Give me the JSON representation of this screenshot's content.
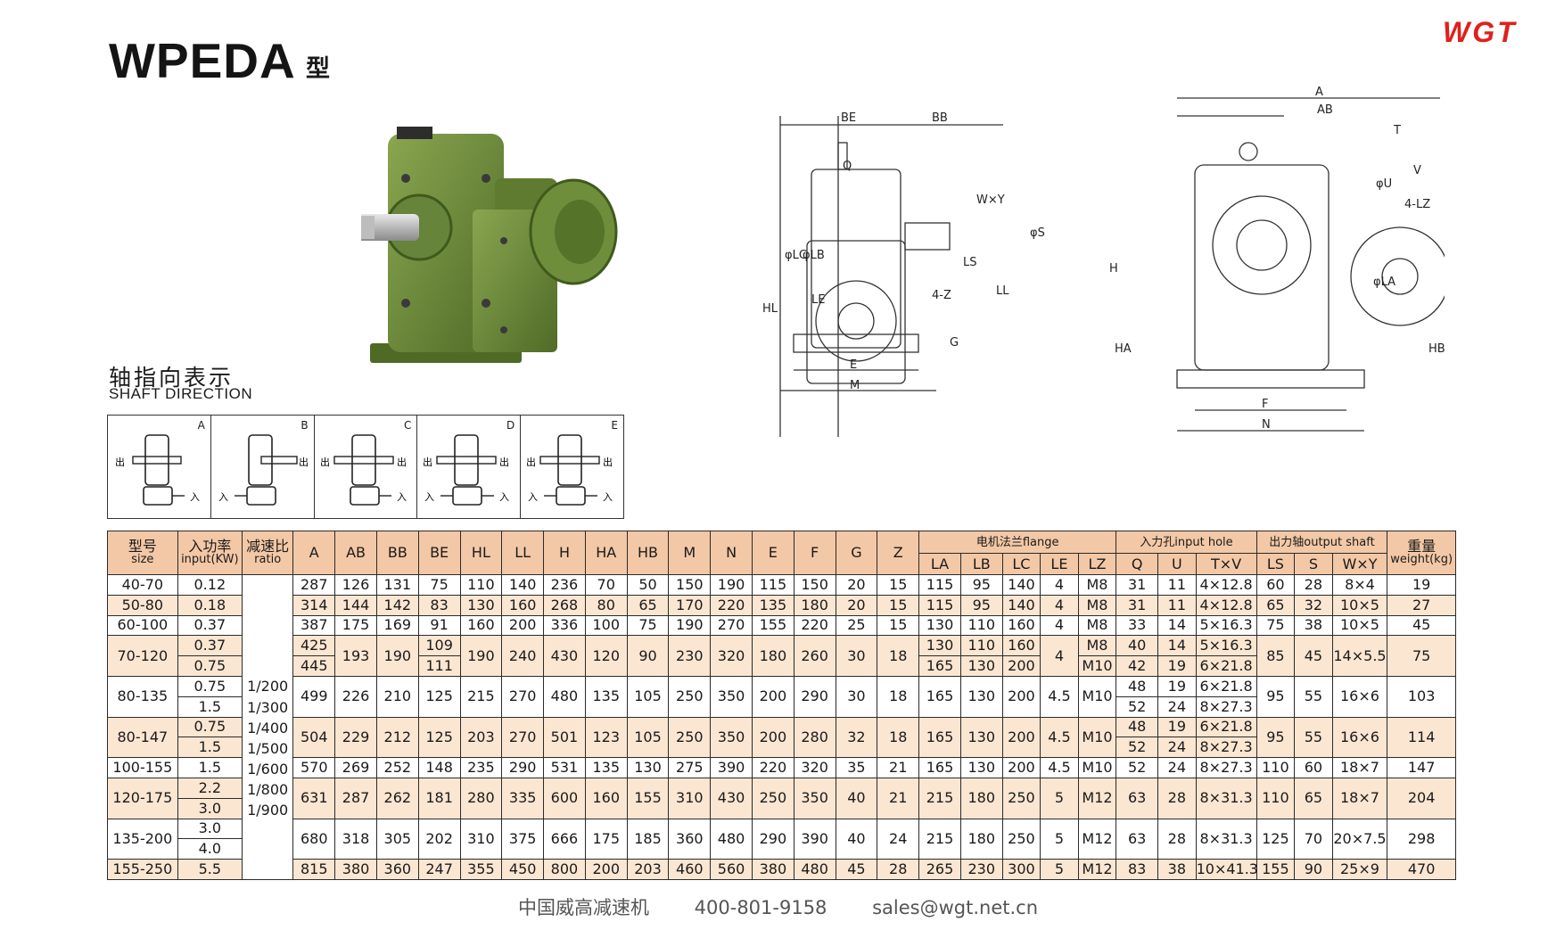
{
  "header": {
    "title": "WPEDA",
    "title_suffix": "型",
    "logo": "WGT"
  },
  "shaft_direction": {
    "title_cn": "轴指向表示",
    "title_en": "SHAFT DIRECTION",
    "labels": [
      "A",
      "B",
      "C",
      "D",
      "E"
    ],
    "out_label": "出",
    "in_label": "入"
  },
  "drawing_labels": {
    "front": [
      "BE",
      "BB",
      "Q",
      "W×Y",
      "φS",
      "LS",
      "φLC",
      "φLB",
      "LE",
      "HL",
      "LL",
      "4-Z",
      "G",
      "E",
      "M"
    ],
    "side": [
      "A",
      "AB",
      "T",
      "V",
      "φU",
      "4-LZ",
      "H",
      "φLA",
      "HA",
      "HB",
      "F",
      "N"
    ]
  },
  "table": {
    "headers": {
      "size_cn": "型号",
      "size_en": "size",
      "input_cn": "入功率",
      "input_en": "input(KW)",
      "ratio_cn": "减速比",
      "ratio_en": "ratio",
      "dims": [
        "A",
        "AB",
        "BB",
        "BE",
        "HL",
        "LL",
        "H",
        "HA",
        "HB",
        "M",
        "N",
        "E",
        "F",
        "G",
        "Z"
      ],
      "flange_group": "电机法兰flange",
      "flange_cols": [
        "LA",
        "LB",
        "LC",
        "LE",
        "LZ"
      ],
      "input_hole_group": "入力孔input hole",
      "input_hole_cols": [
        "Q",
        "U",
        "T×V"
      ],
      "output_group": "出力轴output shaft",
      "output_cols": [
        "LS",
        "S",
        "W×Y"
      ],
      "weight_cn": "重量",
      "weight_en": "weight(kg)"
    },
    "ratio_values": [
      "1/200",
      "1/300",
      "1/400",
      "1/500",
      "1/600",
      "1/800",
      "1/900"
    ],
    "rows": [
      {
        "size": "40-70",
        "input": "0.12",
        "A": "287",
        "AB": "126",
        "BB": "131",
        "BE": "75",
        "HL": "110",
        "LL": "140",
        "H": "236",
        "HA": "70",
        "HB": "50",
        "M": "150",
        "N": "190",
        "E": "115",
        "F": "150",
        "G": "20",
        "Z": "15",
        "LA": "115",
        "LB": "95",
        "LC": "140",
        "LE": "4",
        "LZ": "M8",
        "Q": "31",
        "U": "11",
        "TV": "4×12.8",
        "LS": "60",
        "S": "28",
        "WY": "8×4",
        "weight": "19"
      },
      {
        "size": "50-80",
        "input": "0.18",
        "A": "314",
        "AB": "144",
        "BB": "142",
        "BE": "83",
        "HL": "130",
        "LL": "160",
        "H": "268",
        "HA": "80",
        "HB": "65",
        "M": "170",
        "N": "220",
        "E": "135",
        "F": "180",
        "G": "20",
        "Z": "15",
        "LA": "115",
        "LB": "95",
        "LC": "140",
        "LE": "4",
        "LZ": "M8",
        "Q": "31",
        "U": "11",
        "TV": "4×12.8",
        "LS": "65",
        "S": "32",
        "WY": "10×5",
        "weight": "27"
      },
      {
        "size": "60-100",
        "input": "0.37",
        "A": "387",
        "AB": "175",
        "BB": "169",
        "BE": "91",
        "HL": "160",
        "LL": "200",
        "H": "336",
        "HA": "100",
        "HB": "75",
        "M": "190",
        "N": "270",
        "E": "155",
        "F": "220",
        "G": "25",
        "Z": "15",
        "LA": "130",
        "LB": "110",
        "LC": "160",
        "LE": "4",
        "LZ": "M8",
        "Q": "33",
        "U": "14",
        "TV": "5×16.3",
        "LS": "75",
        "S": "38",
        "WY": "10×5",
        "weight": "45"
      },
      {
        "size": "70-120",
        "input": [
          "0.37",
          "0.75"
        ],
        "A": [
          "425",
          "445"
        ],
        "AB": "193",
        "BB": "190",
        "BE": [
          "109",
          "111"
        ],
        "HL": "190",
        "LL": "240",
        "H": "430",
        "HA": "120",
        "HB": "90",
        "M": "230",
        "N": "320",
        "E": "180",
        "F": "260",
        "G": "30",
        "Z": "18",
        "LA": [
          "130",
          "165"
        ],
        "LB": [
          "110",
          "130"
        ],
        "LC": [
          "160",
          "200"
        ],
        "LE": "4",
        "LZ": [
          "M8",
          "M10"
        ],
        "Q": [
          "40",
          "42"
        ],
        "U": [
          "14",
          "19"
        ],
        "TV": [
          "5×16.3",
          "6×21.8"
        ],
        "LS": "85",
        "S": "45",
        "WY": "14×5.5",
        "weight": "75"
      },
      {
        "size": "80-135",
        "input": [
          "0.75",
          "1.5"
        ],
        "A": "499",
        "AB": "226",
        "BB": "210",
        "BE": "125",
        "HL": "215",
        "LL": "270",
        "H": "480",
        "HA": "135",
        "HB": "105",
        "M": "250",
        "N": "350",
        "E": "200",
        "F": "290",
        "G": "30",
        "Z": "18",
        "LA": "165",
        "LB": "130",
        "LC": "200",
        "LE": "4.5",
        "LZ": "M10",
        "Q": [
          "48",
          "52"
        ],
        "U": [
          "19",
          "24"
        ],
        "TV": [
          "6×21.8",
          "8×27.3"
        ],
        "LS": "95",
        "S": "55",
        "WY": "16×6",
        "weight": "103"
      },
      {
        "size": "80-147",
        "input": [
          "0.75",
          "1.5"
        ],
        "A": "504",
        "AB": "229",
        "BB": "212",
        "BE": "125",
        "HL": "203",
        "LL": "270",
        "H": "501",
        "HA": "123",
        "HB": "105",
        "M": "250",
        "N": "350",
        "E": "200",
        "F": "280",
        "G": "32",
        "Z": "18",
        "LA": "165",
        "LB": "130",
        "LC": "200",
        "LE": "4.5",
        "LZ": "M10",
        "Q": [
          "48",
          "52"
        ],
        "U": [
          "19",
          "24"
        ],
        "TV": [
          "6×21.8",
          "8×27.3"
        ],
        "LS": "95",
        "S": "55",
        "WY": "16×6",
        "weight": "114"
      },
      {
        "size": "100-155",
        "input": "1.5",
        "A": "570",
        "AB": "269",
        "BB": "252",
        "BE": "148",
        "HL": "235",
        "LL": "290",
        "H": "531",
        "HA": "135",
        "HB": "130",
        "M": "275",
        "N": "390",
        "E": "220",
        "F": "320",
        "G": "35",
        "Z": "21",
        "LA": "165",
        "LB": "130",
        "LC": "200",
        "LE": "4.5",
        "LZ": "M10",
        "Q": "52",
        "U": "24",
        "TV": "8×27.3",
        "LS": "110",
        "S": "60",
        "WY": "18×7",
        "weight": "147"
      },
      {
        "size": "120-175",
        "input": [
          "2.2",
          "3.0"
        ],
        "A": "631",
        "AB": "287",
        "BB": "262",
        "BE": "181",
        "HL": "280",
        "LL": "335",
        "H": "600",
        "HA": "160",
        "HB": "155",
        "M": "310",
        "N": "430",
        "E": "250",
        "F": "350",
        "G": "40",
        "Z": "21",
        "LA": "215",
        "LB": "180",
        "LC": "250",
        "LE": "5",
        "LZ": "M12",
        "Q": "63",
        "U": "28",
        "TV": "8×31.3",
        "LS": "110",
        "S": "65",
        "WY": "18×7",
        "weight": "204"
      },
      {
        "size": "135-200",
        "input": [
          "3.0",
          "4.0"
        ],
        "A": "680",
        "AB": "318",
        "BB": "305",
        "BE": "202",
        "HL": "310",
        "LL": "375",
        "H": "666",
        "HA": "175",
        "HB": "185",
        "M": "360",
        "N": "480",
        "E": "290",
        "F": "390",
        "G": "40",
        "Z": "24",
        "LA": "215",
        "LB": "180",
        "LC": "250",
        "LE": "5",
        "LZ": "M12",
        "Q": "63",
        "U": "28",
        "TV": "8×31.3",
        "LS": "125",
        "S": "70",
        "WY": "20×7.5",
        "weight": "298"
      },
      {
        "size": "155-250",
        "input": "5.5",
        "A": "815",
        "AB": "380",
        "BB": "360",
        "BE": "247",
        "HL": "355",
        "LL": "450",
        "H": "800",
        "HA": "200",
        "HB": "203",
        "M": "460",
        "N": "560",
        "E": "380",
        "F": "480",
        "G": "45",
        "Z": "28",
        "LA": "265",
        "LB": "230",
        "LC": "300",
        "LE": "5",
        "LZ": "M12",
        "Q": "83",
        "U": "38",
        "TV": "10×41.3",
        "LS": "155",
        "S": "90",
        "WY": "25×9",
        "weight": "470"
      }
    ]
  },
  "footer": {
    "company": "中国威高减速机",
    "phone": "400-801-9158",
    "email": "sales@wgt.net.cn"
  },
  "colors": {
    "header_fill": "#f3c8a6",
    "alt_row_fill": "#fbe6d2",
    "logo_red": "#e0201b",
    "gearbox_green": "#6f8e3c"
  }
}
